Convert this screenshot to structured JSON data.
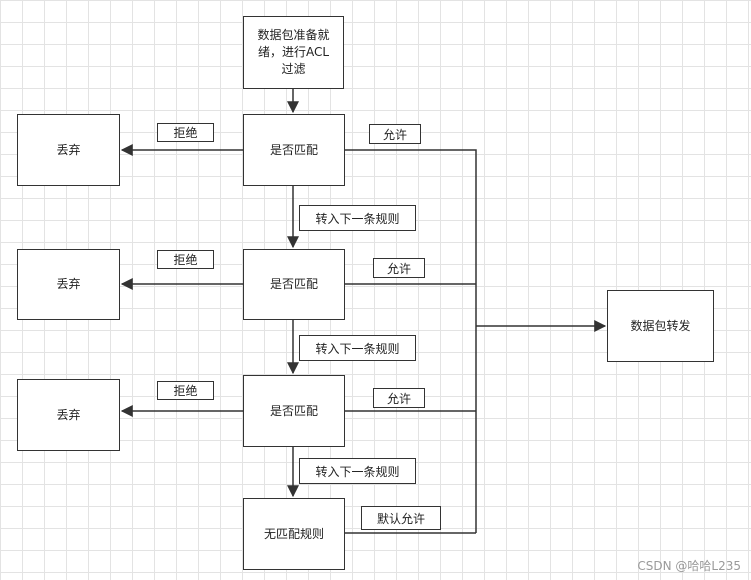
{
  "nodes": {
    "start": "数据包准备就\n绪，进行ACL\n过滤",
    "match_1": "是否匹配",
    "match_2": "是否匹配",
    "match_3": "是否匹配",
    "drop_1": "丢弃",
    "drop_2": "丢弃",
    "drop_3": "丢弃",
    "no_match": "无匹配规则",
    "forward": "数据包转发"
  },
  "labels": {
    "deny_1": "拒绝",
    "deny_2": "拒绝",
    "deny_3": "拒绝",
    "permit_1": "允许",
    "permit_2": "允许",
    "permit_3": "允许",
    "next_1": "转入下一条规则",
    "next_2": "转入下一条规则",
    "next_3": "转入下一条规则",
    "default_permit": "默认允许"
  },
  "watermark": "CSDN @哈哈L235"
}
